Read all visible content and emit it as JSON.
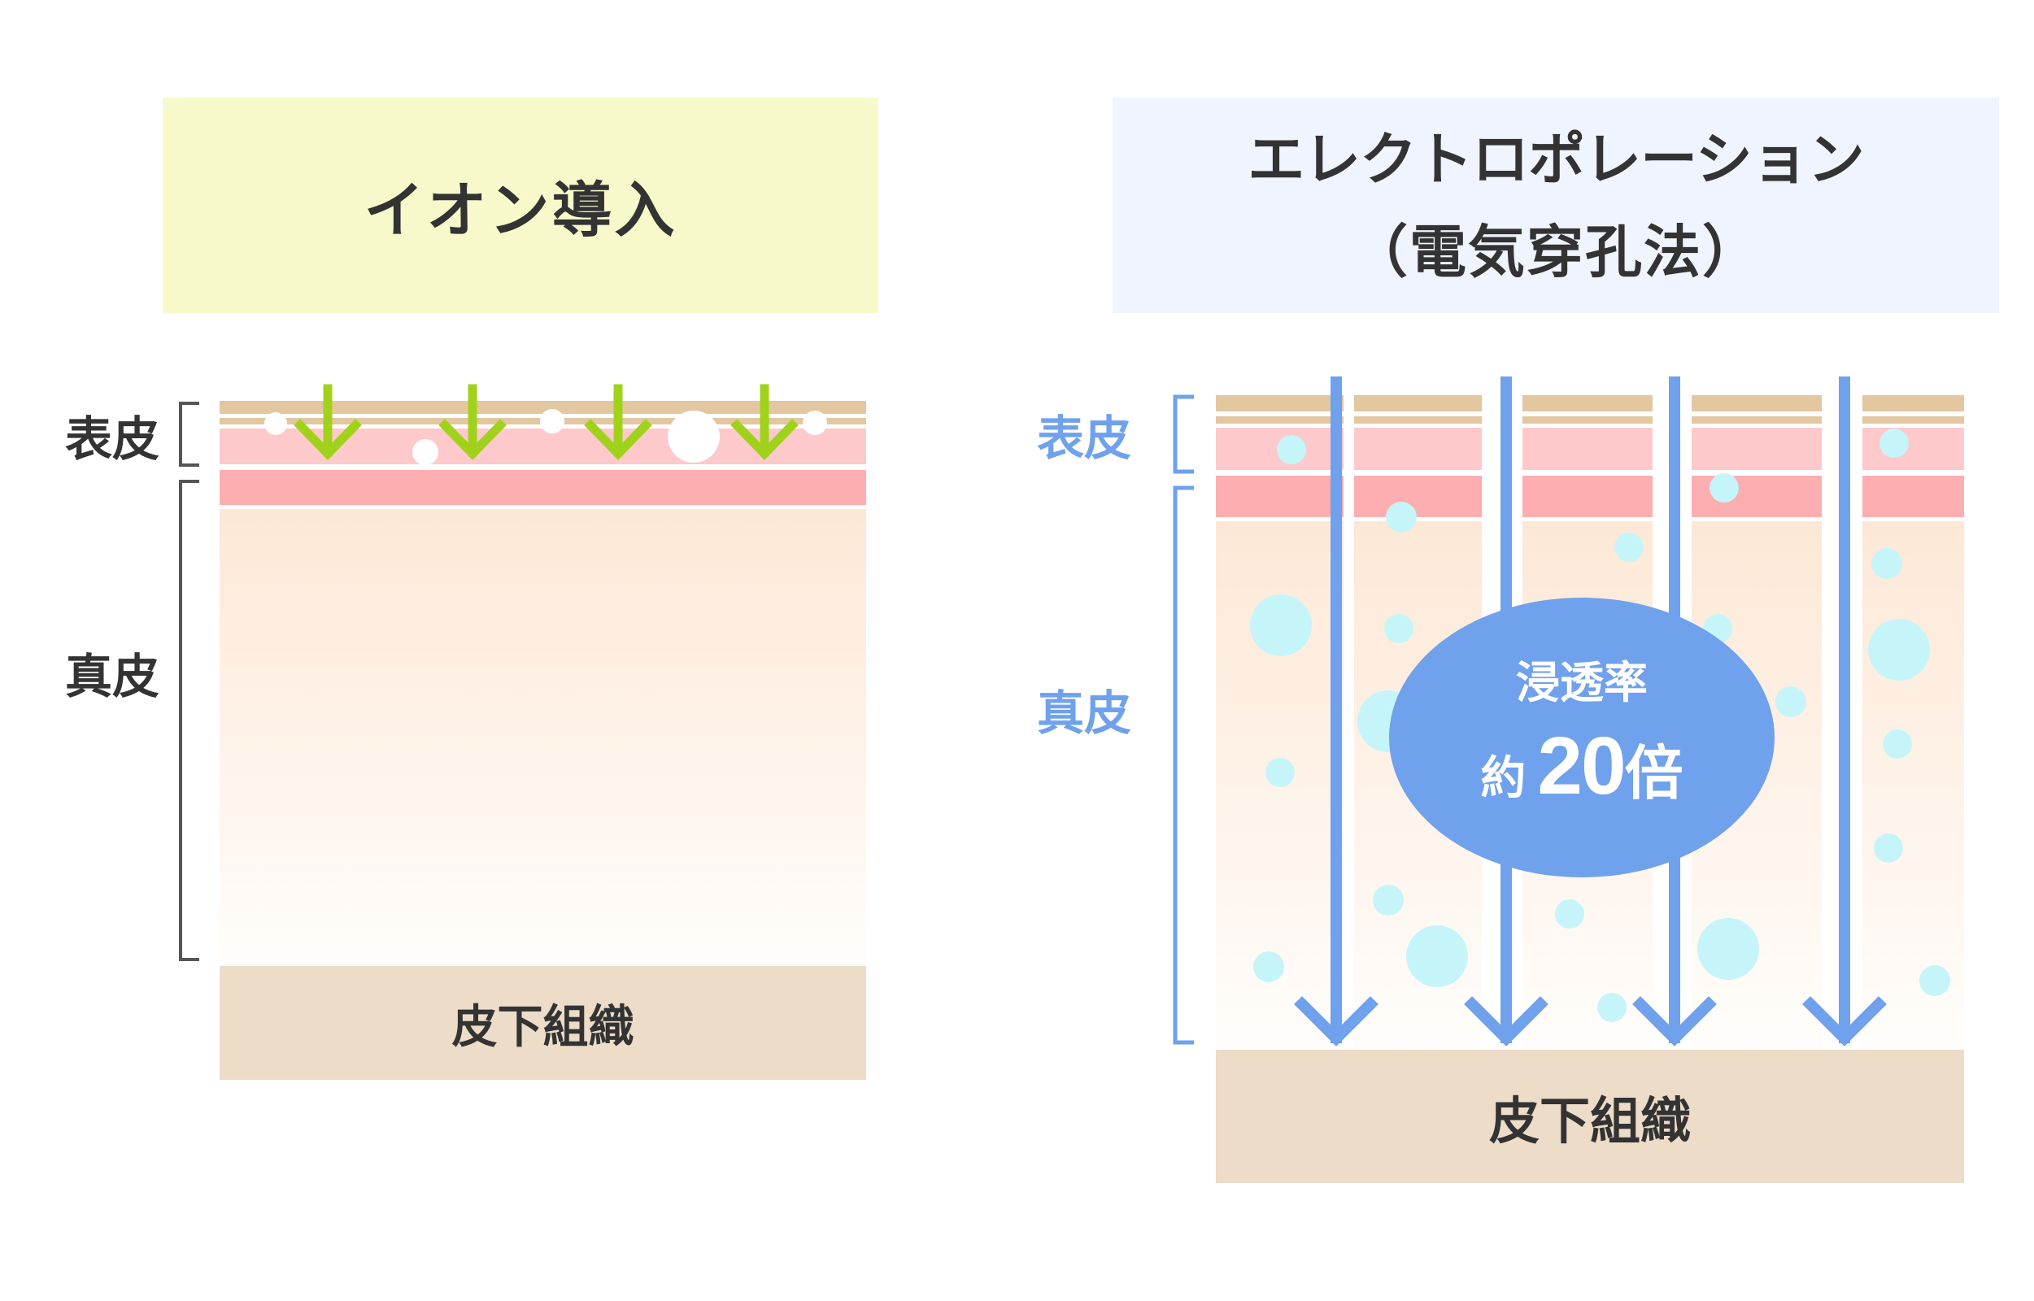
{
  "left_panel": {
    "title": "イオン導入",
    "epidermis_label": "表皮",
    "dermis_label": "真皮",
    "subcutaneous_label": "皮下組織"
  },
  "right_panel": {
    "title_line1": "エレクトロポレーション",
    "title_line2": "（電気穿孔法）",
    "epidermis_label": "表皮",
    "dermis_label": "真皮",
    "subcutaneous_label": "皮下組織",
    "badge": {
      "line1": "浸透率",
      "prefix": "約",
      "number": "20",
      "suffix": "倍"
    }
  },
  "colors": {
    "left_title_bg": "#f7f9cb",
    "right_title_bg": "#eff4fe",
    "epidermis_top": "#e2c7a0",
    "epidermis_pink": "#fdc9ca",
    "basal_pink": "#fdaeb0",
    "dermis_top": "#fde8d6",
    "subcutaneous": "#eddcc8",
    "green_arrow": "#a1d21b",
    "blue_arrow": "#6fa1ec",
    "droplet": "#c6f5f9",
    "badge": "#6fa1ec"
  }
}
